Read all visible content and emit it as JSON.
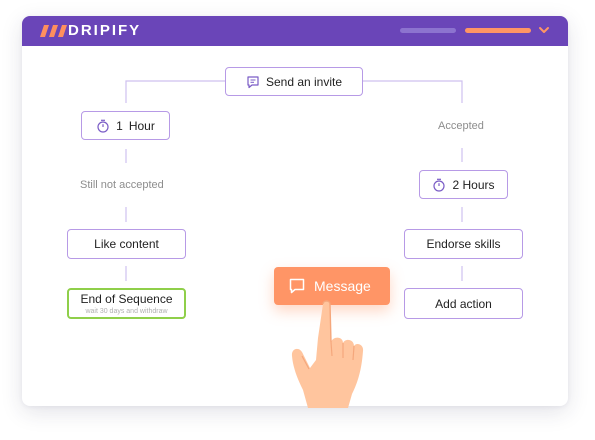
{
  "brand": {
    "name": "DRIPIFY"
  },
  "colors": {
    "header": "#6a45b8",
    "node_border": "#b79ae6",
    "end_border": "#8fcf4a",
    "accent": "#ff9566",
    "muted_text": "#8d8d8d"
  },
  "header": {
    "icons": [
      "logo-mark-icon",
      "chevron-down-icon"
    ]
  },
  "flow": {
    "start": {
      "label": "Send an invite",
      "icon": "message-icon"
    },
    "left": {
      "delay": {
        "value": "1",
        "unit": "Hour",
        "icon": "stopwatch-icon"
      },
      "condition": "Still not accepted",
      "action": "Like content",
      "end": {
        "label": "End of Sequence",
        "note": "wait 30 days and withdraw"
      }
    },
    "right": {
      "condition": "Accepted",
      "delay": {
        "label": "2 Hours",
        "icon": "stopwatch-icon"
      },
      "action": "Endorse skills",
      "add": "Add action"
    }
  },
  "cta": {
    "label": "Message",
    "icon": "message-icon"
  },
  "decor": {
    "icon": "pointing-hand-icon"
  }
}
